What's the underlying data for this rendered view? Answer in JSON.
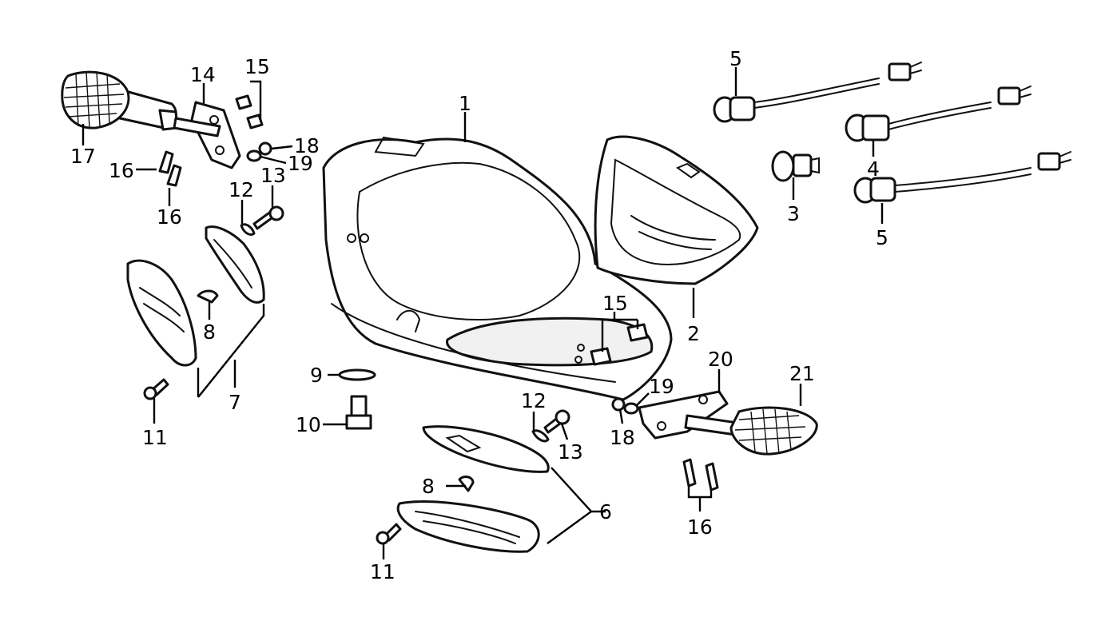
{
  "diagram": {
    "callouts": {
      "c1": "1",
      "c2": "2",
      "c3": "3",
      "c4": "4",
      "c5a": "5",
      "c5b": "5",
      "c6": "6",
      "c7": "7",
      "c8a": "8",
      "c8b": "8",
      "c9": "9",
      "c10": "10",
      "c11a": "11",
      "c11b": "11",
      "c12a": "12",
      "c12b": "12",
      "c13a": "13",
      "c13b": "13",
      "c14": "14",
      "c15a": "15",
      "c15b": "15",
      "c16a": "16",
      "c16b": "16",
      "c16c": "16",
      "c17": "17",
      "c18a": "18",
      "c18b": "18",
      "c19a": "19",
      "c19b": "19",
      "c20": "20",
      "c21": "21"
    }
  }
}
